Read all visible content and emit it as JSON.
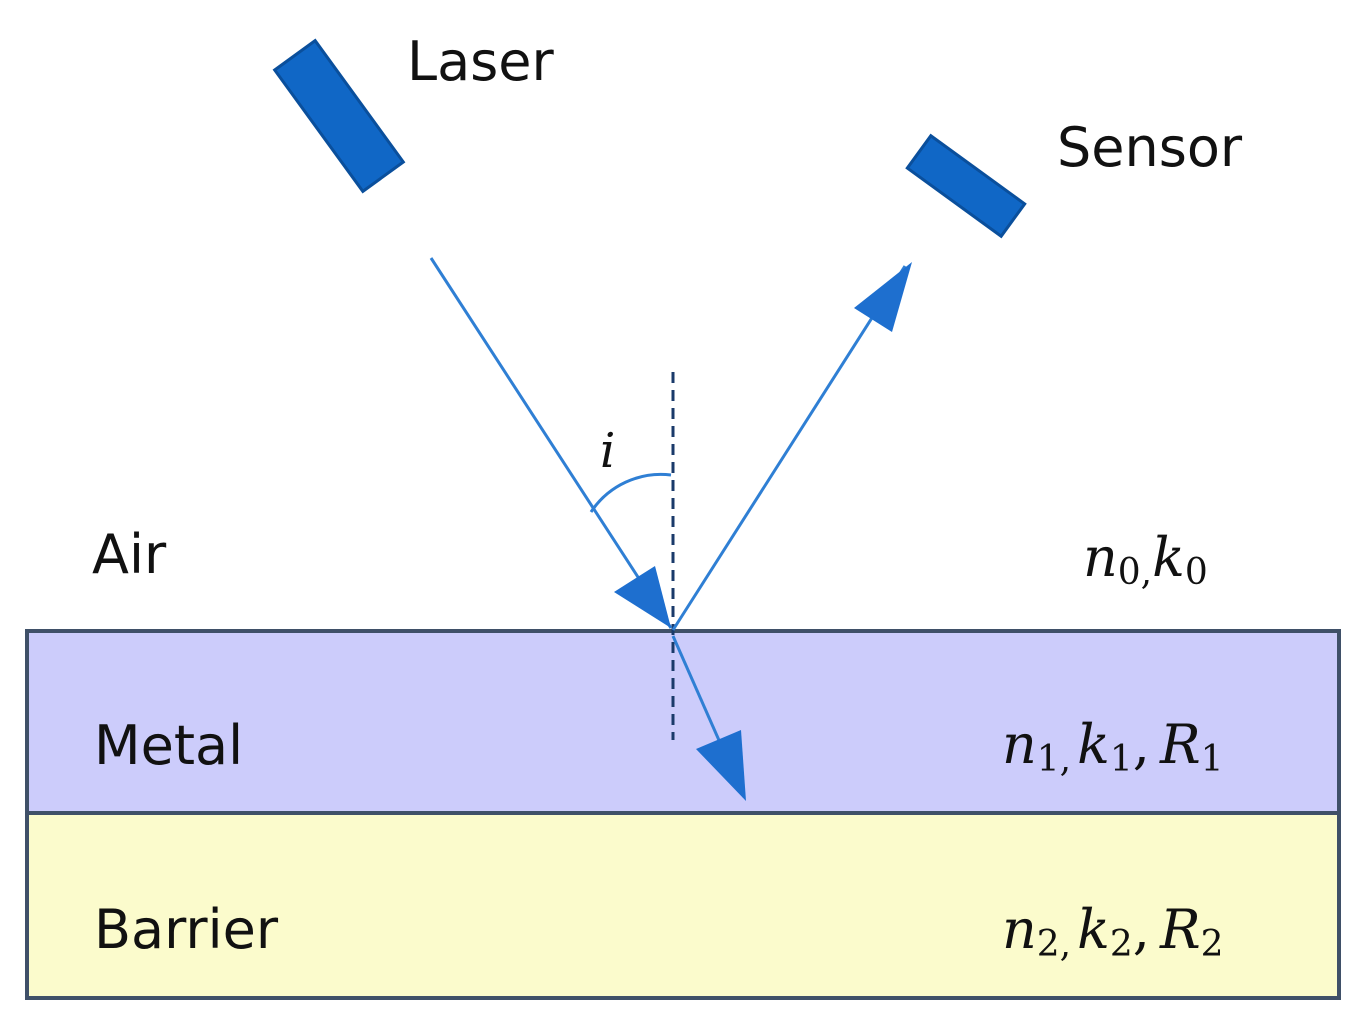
{
  "labels": {
    "laser": "Laser",
    "sensor": "Sensor",
    "air": "Air",
    "metal": "Metal",
    "barrier": "Barrier",
    "angle": "i"
  },
  "properties": {
    "air": {
      "n": "n",
      "n_sub": "0,",
      "k": "k",
      "k_sub": "0"
    },
    "metal": {
      "n": "n",
      "n_sub": "1,",
      "k": "k",
      "k_sub": "1",
      "sep": ",",
      "R": "R",
      "R_sub": "1"
    },
    "barrier": {
      "n": "n",
      "n_sub": "2,",
      "k": "k",
      "k_sub": "2",
      "sep": ",",
      "R": "R",
      "R_sub": "2"
    }
  },
  "colors": {
    "device": "#1067c6",
    "ray": "#2f7fd4",
    "metal_layer": "#ccccfb",
    "barrier_layer": "#fbfbcc",
    "layer_border": "#3f5068",
    "normal_line": "#1a3a6a"
  }
}
